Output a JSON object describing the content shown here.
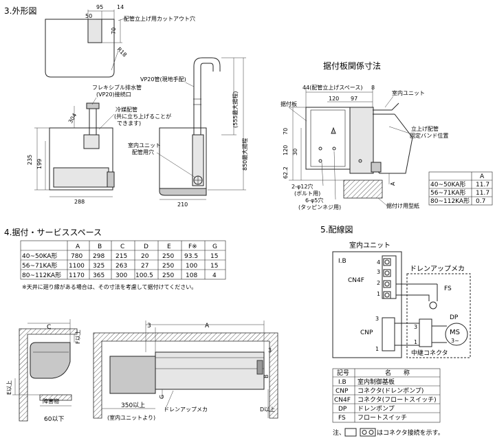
{
  "section3": {
    "title": "3.外形図",
    "top_dims": [
      "95",
      "14",
      "50",
      "70"
    ],
    "cutout_label": "配管立上げ用カットアウト穴",
    "r_label": "R18",
    "vp20_label": "VP20管(現地手配)",
    "hose_label_1": "フレキシブル排水管",
    "hose_label_2": "(VP20)接続口",
    "refrig_label_1": "冷媒配管",
    "refrig_label_2": "(共に立ち上げることが",
    "refrig_label_3": "できます)",
    "indoor_hole_1": "室内ユニット",
    "indoor_hole_2": "配管用穴",
    "dim_304": "304",
    "dim_235": "235",
    "dim_199": "199",
    "dim_288": "288",
    "dim_210": "210",
    "dim_555": "(555最大揚程)",
    "dim_850": "850最大揚程"
  },
  "plate": {
    "title": "据付板関係寸法",
    "dim_44": "44(配管立上げスペース)",
    "dim_8": "8",
    "dim_120": "120",
    "dim_97": "97",
    "indoor_unit": "室内ユニット",
    "mount_plate": "据付板",
    "stand_pipe_1": "立上げ配管",
    "stand_pipe_2": "固定バンド位置",
    "dim_70": "70",
    "dim_120v": "120",
    "dim_30": "30",
    "dim_62": "62.2",
    "hole_12": "2-φ12穴",
    "bolt": "(ボルト用)",
    "hole_5": "6-φ5穴",
    "tapping": "(タッピンネジ用)",
    "mount_template": "据付け用型紙",
    "a_label": "A",
    "table": {
      "header": [
        "",
        "A"
      ],
      "rows": [
        [
          "40~50KA形",
          "11.7"
        ],
        [
          "56~71KA形",
          "11.7"
        ],
        [
          "80~112KA形",
          "0.7"
        ]
      ]
    }
  },
  "section4": {
    "title": "4.据付・サービススペース",
    "table": {
      "header": [
        "",
        "A",
        "B",
        "C",
        "D",
        "E",
        "F※",
        "G"
      ],
      "rows": [
        [
          "40~50KA形",
          "780",
          "298",
          "215",
          "20",
          "250",
          "93.5",
          "15"
        ],
        [
          "56~71KA形",
          "1100",
          "325",
          "263",
          "27",
          "250",
          "100",
          "15"
        ],
        [
          "80~112KA形",
          "1170",
          "365",
          "300",
          "100.5",
          "250",
          "108",
          "4"
        ]
      ]
    },
    "note": "※天井に廻り縁がある場合は、その寸法を考慮して据付けてください。",
    "c_label": "C",
    "f_label": "F以上",
    "e_label": "E以上",
    "obstacle": "障害物",
    "dim_60": "60以下",
    "dim_3a": "3",
    "dim_3b": "3",
    "a_label": "A",
    "b_label": "B",
    "g_label": "G",
    "dim_350": "350以上",
    "from_unit": "(室内ユニットより)",
    "drain_mecha": "ドレンアップメカ",
    "d_label": "D以上"
  },
  "section5": {
    "title": "5.配線図",
    "indoor_unit": "室内ユニット",
    "ib": "I.B",
    "cn4f": "CN4F",
    "cnp": "CNP",
    "pins_cn4f": [
      "4",
      "3",
      "2",
      "1"
    ],
    "pins_cnp": [
      "3",
      "1"
    ],
    "pins_relay": [
      "3",
      "1"
    ],
    "drain_mecha": "ドレンアップメカ",
    "fs": "FS",
    "dp": "DP",
    "ms": "MS",
    "ms_sub": "3~",
    "relay_conn": "中継コネクタ",
    "legend_header": [
      "記号",
      "名　　称"
    ],
    "legend_rows": [
      [
        "I.B",
        "室内制御基板"
      ],
      [
        "CNP",
        "コネクタ(ドレンポンプ)"
      ],
      [
        "CN4F",
        "コネクタ(フロートスイッチ)"
      ],
      [
        "DP",
        "ドレンポンプ"
      ],
      [
        "FS",
        "フロートスイッチ"
      ]
    ],
    "note_prefix": "注、",
    "note_suffix": "はコネクタ接続を示す。"
  }
}
